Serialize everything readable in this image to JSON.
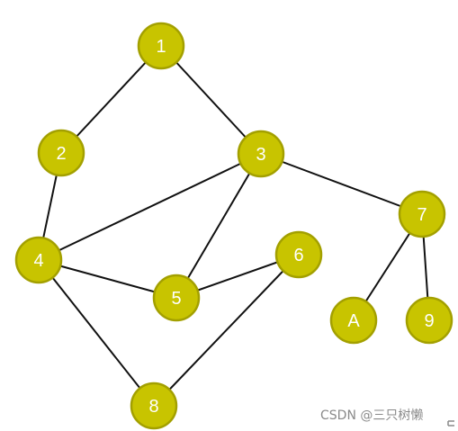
{
  "graph": {
    "node_fill": "#c8c400",
    "node_stroke": "#a3a000",
    "label_color": "#ffffff",
    "edge_color": "#111111",
    "nodes": [
      {
        "id": "1",
        "label": "1"
      },
      {
        "id": "2",
        "label": "2"
      },
      {
        "id": "3",
        "label": "3"
      },
      {
        "id": "4",
        "label": "4"
      },
      {
        "id": "5",
        "label": "5"
      },
      {
        "id": "6",
        "label": "6"
      },
      {
        "id": "7",
        "label": "7"
      },
      {
        "id": "A",
        "label": "A"
      },
      {
        "id": "9",
        "label": "9"
      },
      {
        "id": "8",
        "label": "8"
      }
    ],
    "edges": [
      {
        "from": "1",
        "to": "2"
      },
      {
        "from": "1",
        "to": "3"
      },
      {
        "from": "2",
        "to": "4"
      },
      {
        "from": "3",
        "to": "4"
      },
      {
        "from": "3",
        "to": "5"
      },
      {
        "from": "3",
        "to": "7"
      },
      {
        "from": "4",
        "to": "5"
      },
      {
        "from": "4",
        "to": "8"
      },
      {
        "from": "5",
        "to": "6"
      },
      {
        "from": "6",
        "to": "8"
      },
      {
        "from": "7",
        "to": "A"
      },
      {
        "from": "7",
        "to": "9"
      }
    ]
  },
  "watermark": {
    "text": "CSDN @三只树懒"
  }
}
